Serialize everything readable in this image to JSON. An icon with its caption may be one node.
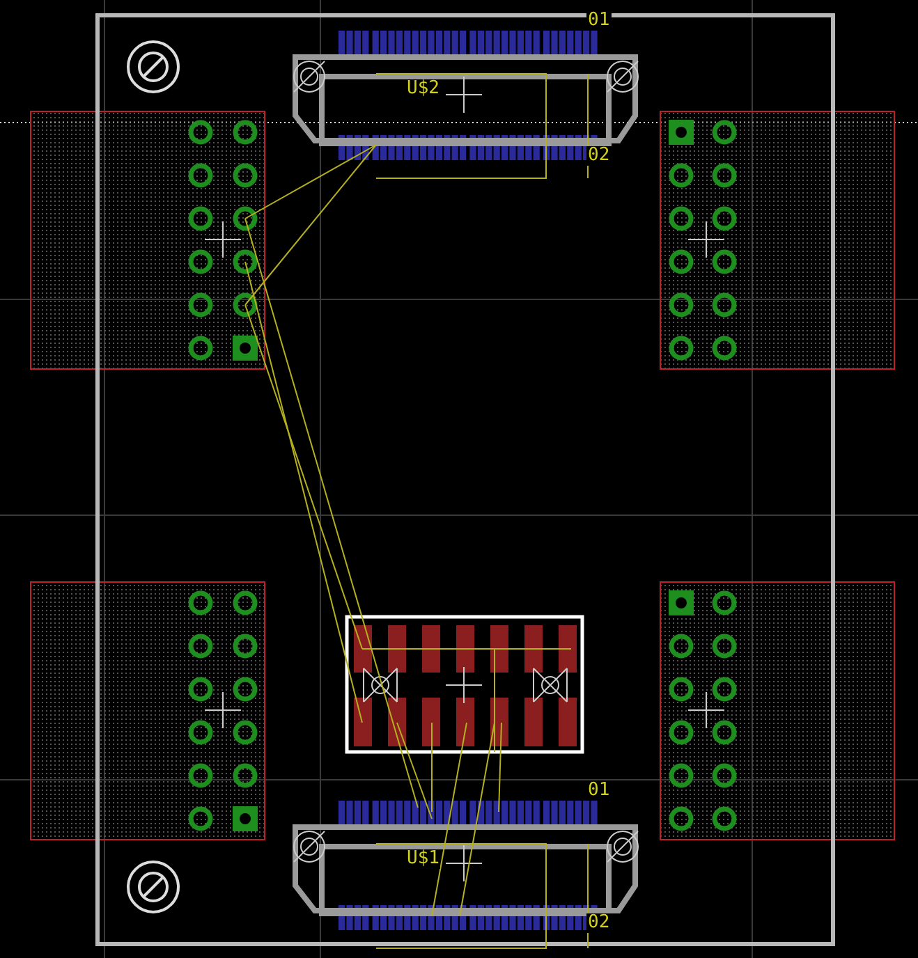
{
  "diagram": {
    "labels": [
      "01",
      "U$2",
      "02",
      "01",
      "U$1",
      "02"
    ]
  }
}
